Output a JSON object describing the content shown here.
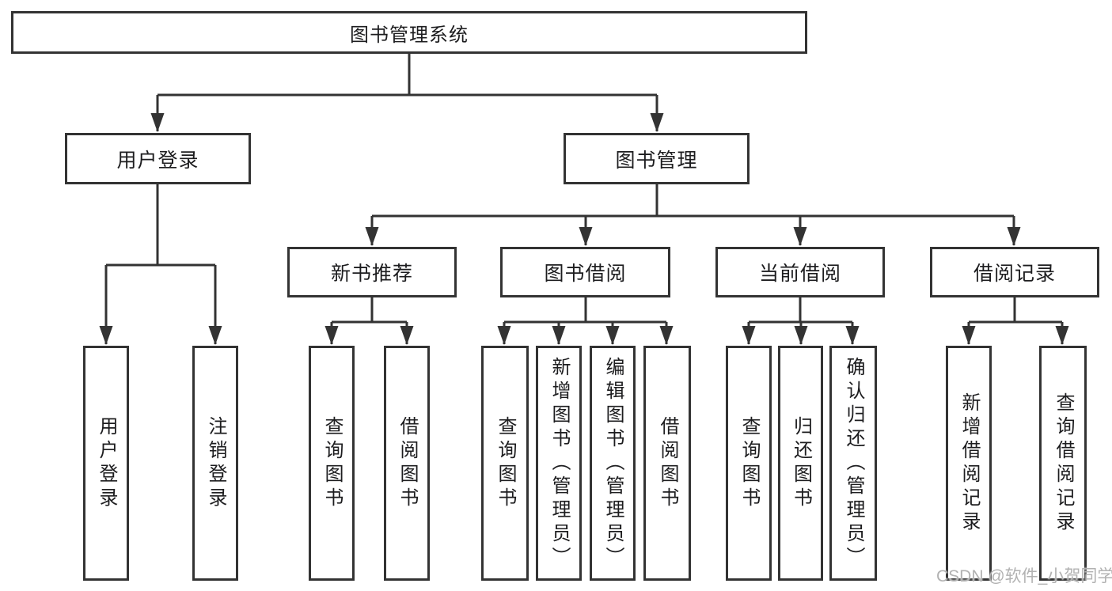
{
  "diagram": {
    "root": "图书管理系统",
    "level2": {
      "user_login": "用户登录",
      "book_management": "图书管理"
    },
    "user_login_children": [
      "用户登录",
      "注销登录"
    ],
    "level3": [
      "新书推荐",
      "图书借阅",
      "当前借阅",
      "借阅记录"
    ],
    "new_book_children": [
      "查询图书",
      "借阅图书"
    ],
    "borrow_children": [
      "查询图书",
      "新增图书（管理员）",
      "编辑图书（管理员）",
      "借阅图书"
    ],
    "current_children": [
      "查询图书",
      "归还图书",
      "确认归还（管理员）"
    ],
    "record_children": [
      "新增借阅记录",
      "查询借阅记录"
    ],
    "watermark": "CSDN @软件_小贺同学",
    "colors": {
      "line": "#333333",
      "text": "#1d1d1f",
      "background": "#ffffff",
      "watermark": "#b2b2b2"
    }
  }
}
